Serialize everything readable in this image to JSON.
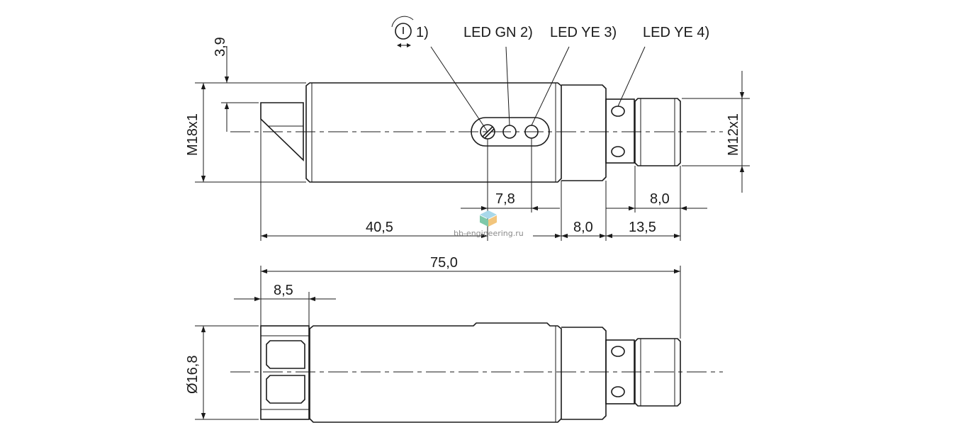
{
  "labels": {
    "adjust_ref": "1)",
    "led_gn": "LED GN 2)",
    "led_ye3": "LED YE 3)",
    "led_ye4": "LED YE 4)",
    "thread_m18": "M18x1",
    "thread_m12": "M12x1",
    "diameter": "Ø16,8"
  },
  "dimensions": {
    "d_3_9": "3,9",
    "d_7_8": "7,8",
    "d_8_0_top": "8,0",
    "d_40_5": "40,5",
    "d_8_0_mid": "8,0",
    "d_13_5": "13,5",
    "d_75_0": "75,0",
    "d_8_5": "8,5"
  },
  "watermark": {
    "text": "bb-engineering.ru",
    "logo_colors": [
      "#7fc8a9",
      "#a8d8ea",
      "#f2c57c"
    ]
  }
}
